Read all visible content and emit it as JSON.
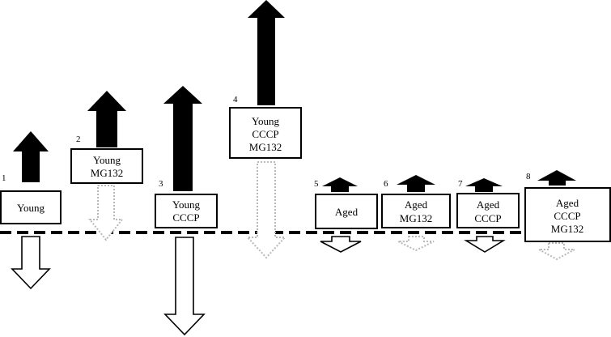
{
  "colors": {
    "up_arrow": "#000000",
    "down_arrow_solid_stroke": "#000000",
    "down_arrow_dotted_stroke": "#b8b8b8",
    "baseline": "#000000",
    "box_border": "#000000",
    "text": "#000000"
  },
  "items": [
    {
      "number": "1",
      "lines": [
        "Young"
      ],
      "down_arrow_style": "solid"
    },
    {
      "number": "2",
      "lines": [
        "Young",
        "MG132"
      ],
      "down_arrow_style": "dotted"
    },
    {
      "number": "3",
      "lines": [
        "Young",
        "CCCP"
      ],
      "down_arrow_style": "solid"
    },
    {
      "number": "4",
      "lines": [
        "Young",
        "CCCP",
        "MG132"
      ],
      "down_arrow_style": "dotted"
    },
    {
      "number": "5",
      "lines": [
        "Aged"
      ],
      "down_arrow_style": "solid"
    },
    {
      "number": "6",
      "lines": [
        "Aged",
        "MG132"
      ],
      "down_arrow_style": "dotted"
    },
    {
      "number": "7",
      "lines": [
        "Aged",
        "CCCP"
      ],
      "down_arrow_style": "solid"
    },
    {
      "number": "8",
      "lines": [
        "Aged",
        "CCCP",
        "MG132"
      ],
      "down_arrow_style": "dotted"
    }
  ]
}
